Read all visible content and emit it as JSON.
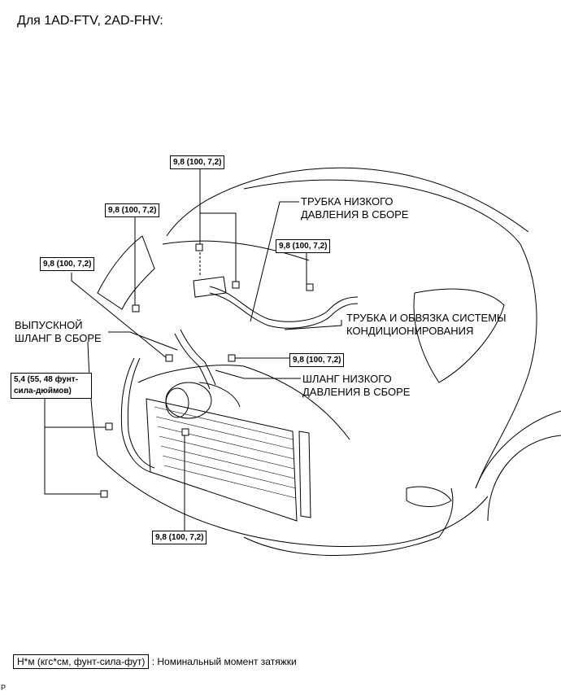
{
  "title": "Для 1AD-FTV, 2AD-FHV:",
  "torque": {
    "top": "9,8 (100, 7,2)",
    "left_upper": "9,8 (100, 7,2)",
    "left_mid": "9,8 (100, 7,2)",
    "right_upper": "9,8 (100, 7,2)",
    "right_mid": "9,8 (100, 7,2)",
    "left_lower": "5,4 (55, 48 фунт-сила-дюймов)",
    "bottom": "9,8 (100, 7,2)"
  },
  "labels": {
    "low_pressure_tube": "ТРУБКА НИЗКОГО ДАВЛЕНИЯ В СБОРЕ",
    "discharge_hose": "ВЫПУСКНОЙ ШЛАНГ В СБОРЕ",
    "ac_tube_accessory": "ТРУБКА И ОБВЯЗКА СИСТЕМЫ КОНДИЦИОНИРОВАНИЯ",
    "low_pressure_hose": "ШЛАНГ НИЗКОГО ДАВЛЕНИЯ В СБОРЕ"
  },
  "legend": {
    "unit": "Н*м (кгс*см, фунт-сила-фут)",
    "description": ": Номинальный момент затяжки"
  },
  "page_code": "P"
}
